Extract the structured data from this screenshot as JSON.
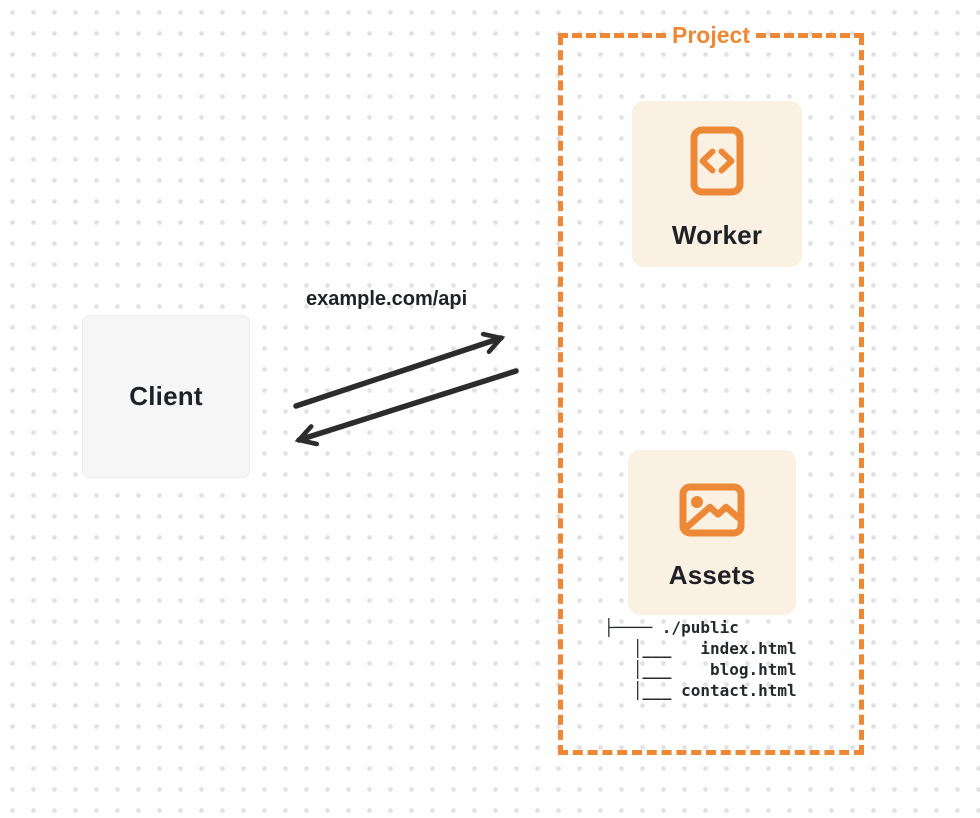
{
  "colors": {
    "accent_orange": "#ED8936",
    "node_fill_cream": "#FBF1E2",
    "client_fill_gray": "#F6F6F7",
    "text_dark": "#1E2227",
    "arrow_black": "#2C2C2C",
    "dot_grid_gray": "#E2E2E4"
  },
  "diagram": {
    "client": {
      "label": "Client"
    },
    "request_label": "example.com/api",
    "project": {
      "label": "Project",
      "worker": {
        "label": "Worker",
        "icon": "code-file-icon"
      },
      "assets": {
        "label": "Assets",
        "icon": "image-icon",
        "file_tree": "├──── ./public\n   │___   index.html\n   │___    blog.html\n   │___ contact.html"
      }
    }
  }
}
